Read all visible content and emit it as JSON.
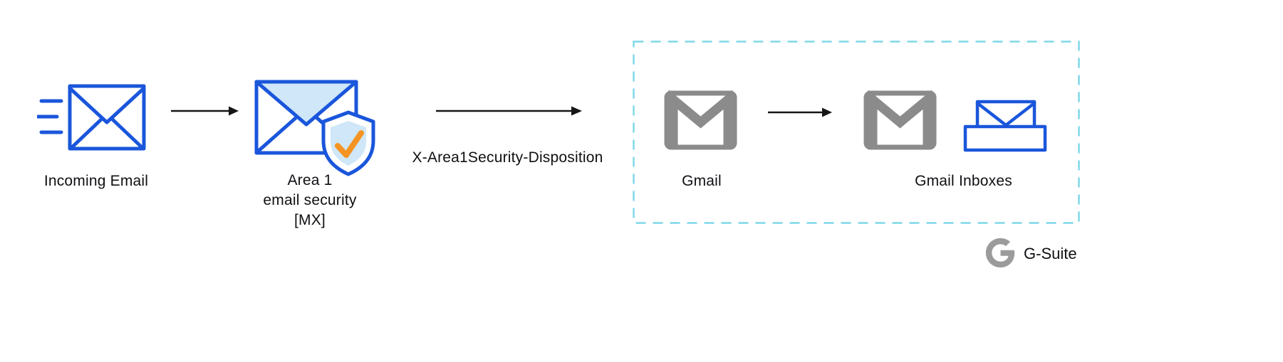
{
  "nodes": {
    "incoming_email": {
      "label": "Incoming Email"
    },
    "area1": {
      "line1": "Area 1",
      "line2": "email security",
      "line3": "[MX]"
    },
    "gmail": {
      "label": "Gmail"
    },
    "gmail_inboxes": {
      "label": "Gmail Inboxes"
    }
  },
  "edges": {
    "disposition": "X-Area1Security-Disposition"
  },
  "footer": {
    "brand": "G-Suite"
  },
  "icons": {
    "incoming_email": "envelope-with-speed-lines",
    "area1": "envelope-with-shield-check",
    "gmail": "gmail-m-envelope",
    "gmail_inbox": "envelope-into-tray",
    "gsuite_logo": "google-g"
  },
  "colors": {
    "envelope_blue": "#1a56db",
    "envelope_light_blue": "#cfe7f8",
    "check_orange": "#f49422",
    "gmail_gray": "#8b8b8b",
    "boundary_dash_teal": "#7fd8e8",
    "arrow_black": "#161616",
    "text_black": "#101014",
    "background": "#ffffff"
  }
}
